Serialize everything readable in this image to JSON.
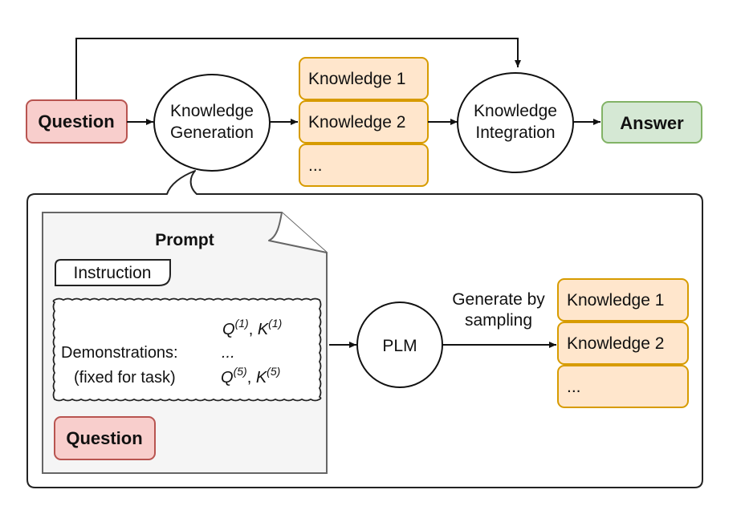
{
  "top_flow": {
    "question": "Question",
    "knowledge_generation": [
      "Knowledge",
      "Generation"
    ],
    "knowledge_items": [
      "Knowledge 1",
      "Knowledge 2",
      "..."
    ],
    "knowledge_integration": [
      "Knowledge",
      "Integration"
    ],
    "answer": "Answer"
  },
  "detail": {
    "prompt_title": "Prompt",
    "instruction": "Instruction",
    "demonstrations": {
      "label": "Demonstrations:",
      "note": "(fixed for task)",
      "first_pair": {
        "q": "Q",
        "q_sup": "(1)",
        "sep": ", ",
        "k": "K",
        "k_sup": "(1)"
      },
      "ellipsis": "...",
      "last_pair": {
        "q": "Q",
        "q_sup": "(5)",
        "sep": ", ",
        "k": "K",
        "k_sup": "(5)"
      }
    },
    "question": "Question",
    "plm": "PLM",
    "generate_label": [
      "Generate by",
      "sampling"
    ],
    "knowledge_items": [
      "Knowledge 1",
      "Knowledge 2",
      "..."
    ]
  },
  "colors": {
    "question_fill": "#f8cecc",
    "question_stroke": "#b85450",
    "answer_fill": "#d5e8d4",
    "answer_stroke": "#82b366",
    "knowledge_fill": "#ffe6cc",
    "knowledge_stroke": "#d79b00",
    "prompt_fill": "#f5f5f5",
    "prompt_stroke": "#666666"
  }
}
